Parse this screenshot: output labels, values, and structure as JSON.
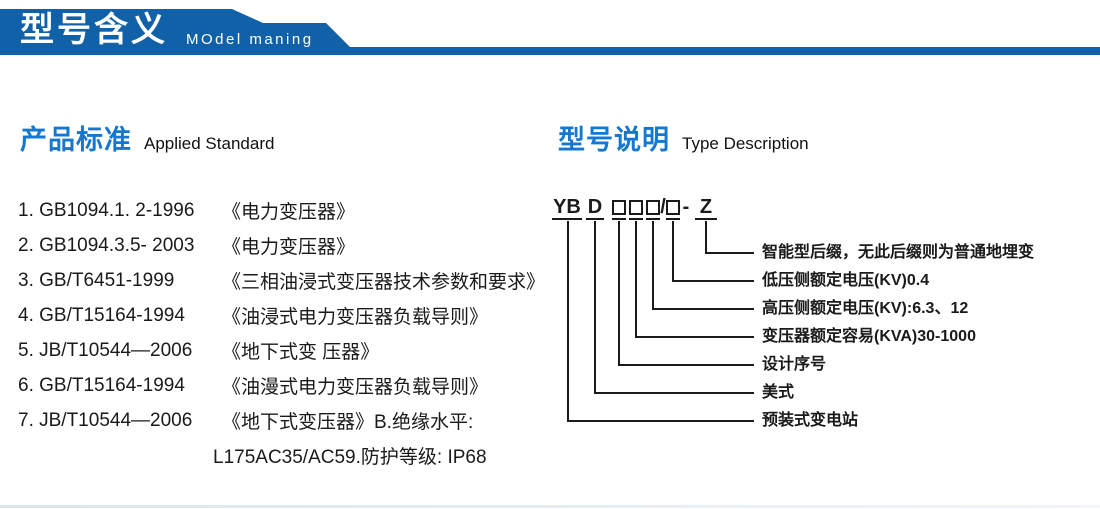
{
  "header": {
    "title": "型号含义",
    "subtitle": "MOdel maning"
  },
  "left_section": {
    "heading_zh": "产品标准",
    "heading_en": "Applied Standard",
    "items": [
      {
        "code": "1. GB1094.1. 2-1996",
        "title": "《电力变压器》"
      },
      {
        "code": "2. GB1094.3.5- 2003",
        "title": "《电力变压器》"
      },
      {
        "code": "3. GB/T6451-1999",
        "title": "《三相油浸式变压器技术参数和要求》"
      },
      {
        "code": "4. GB/T15164-1994",
        "title": "《油浸式电力变压器负载导则》"
      },
      {
        "code": "5. JB/T10544—2006",
        "title": "《地下式变 压器》"
      },
      {
        "code": "6. GB/T15164-1994",
        "title": "《油漫式电力变压器负载导则》"
      },
      {
        "code": "7. JB/T10544—2006",
        "title": "《地下式变压器》B.绝缘水平:"
      }
    ],
    "continuation": "L175AC35/AC59.防护等级: IP68"
  },
  "right_section": {
    "heading_zh": "型号说明",
    "heading_en": "Type Description",
    "code": {
      "part_yb": "YB",
      "part_d": "D",
      "slash": "/",
      "dash": "-",
      "suffix": "Z"
    },
    "labels": [
      "智能型后缀，无此后缀则为普通地埋变",
      "低压侧额定电压(KV)0.4",
      "高压侧额定电压(KV):6.3、12",
      "变压器额定容易(KVA)30-1000",
      "设计序号",
      "美式",
      "预装式变电站"
    ]
  },
  "colors": {
    "banner_blue": "#1161a9",
    "heading_blue": "#1478d2",
    "text": "#1a1a1a"
  }
}
